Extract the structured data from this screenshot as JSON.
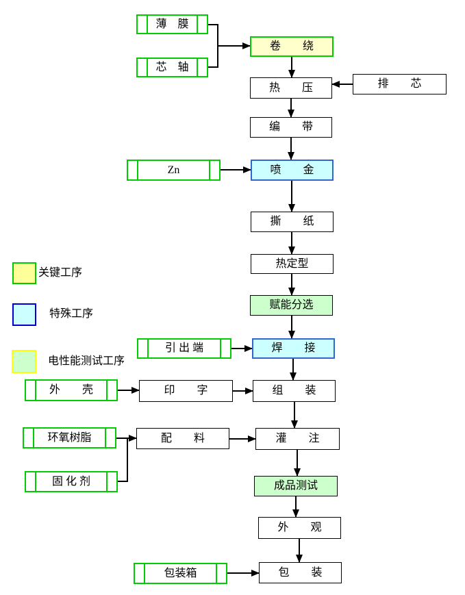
{
  "colors": {
    "key_fill": "#FFFFCC",
    "legend_key_fill": "#FFFF99",
    "special_fill": "#CCFFFF",
    "special_border": "#3366CC",
    "legend_special_border": "#0000CC",
    "test_fill": "#CCFFCC",
    "legend_test_border": "#FFFF00",
    "input_border": "#00CC00",
    "line": "#000000"
  },
  "nodes": {
    "film": {
      "label": "薄　膜"
    },
    "mandrel": {
      "label": "芯　轴"
    },
    "winding": {
      "label": "卷　　绕"
    },
    "hot_press": {
      "label": "热　　压"
    },
    "core_arranging": {
      "label": "排　　芯"
    },
    "taping": {
      "label": "编　　带"
    },
    "zinc": {
      "label": "Zn"
    },
    "metal_spraying": {
      "label": "喷　　金"
    },
    "paper_tearing": {
      "label": "撕　　纸"
    },
    "heat_setting": {
      "label": "热定型"
    },
    "energizing_sorting": {
      "label": "赋能分选"
    },
    "lead_terminal": {
      "label": "引 出 端"
    },
    "welding": {
      "label": "焊　　接"
    },
    "casing": {
      "label": "外　　壳"
    },
    "printing": {
      "label": "印　　字"
    },
    "assembly": {
      "label": "组　　装"
    },
    "epoxy_resin": {
      "label": "环氧树脂"
    },
    "curing_agent": {
      "label": "固 化 剂"
    },
    "batching": {
      "label": "配　　料"
    },
    "potting": {
      "label": "灌　　注"
    },
    "product_testing": {
      "label": "成品测试"
    },
    "appearance": {
      "label": "外　　观"
    },
    "packing_box": {
      "label": "包装箱"
    },
    "packaging": {
      "label": "包　　装"
    }
  },
  "legend": {
    "items": [
      {
        "label": "关键工序",
        "fill": "#FFFF99",
        "border": "#00CC00"
      },
      {
        "label": "特殊工序",
        "fill": "#CCFFFF",
        "border": "#0000CC"
      },
      {
        "label": "电性能测试工序",
        "fill": "#CCFFCC",
        "border": "#FFFF00"
      }
    ]
  }
}
